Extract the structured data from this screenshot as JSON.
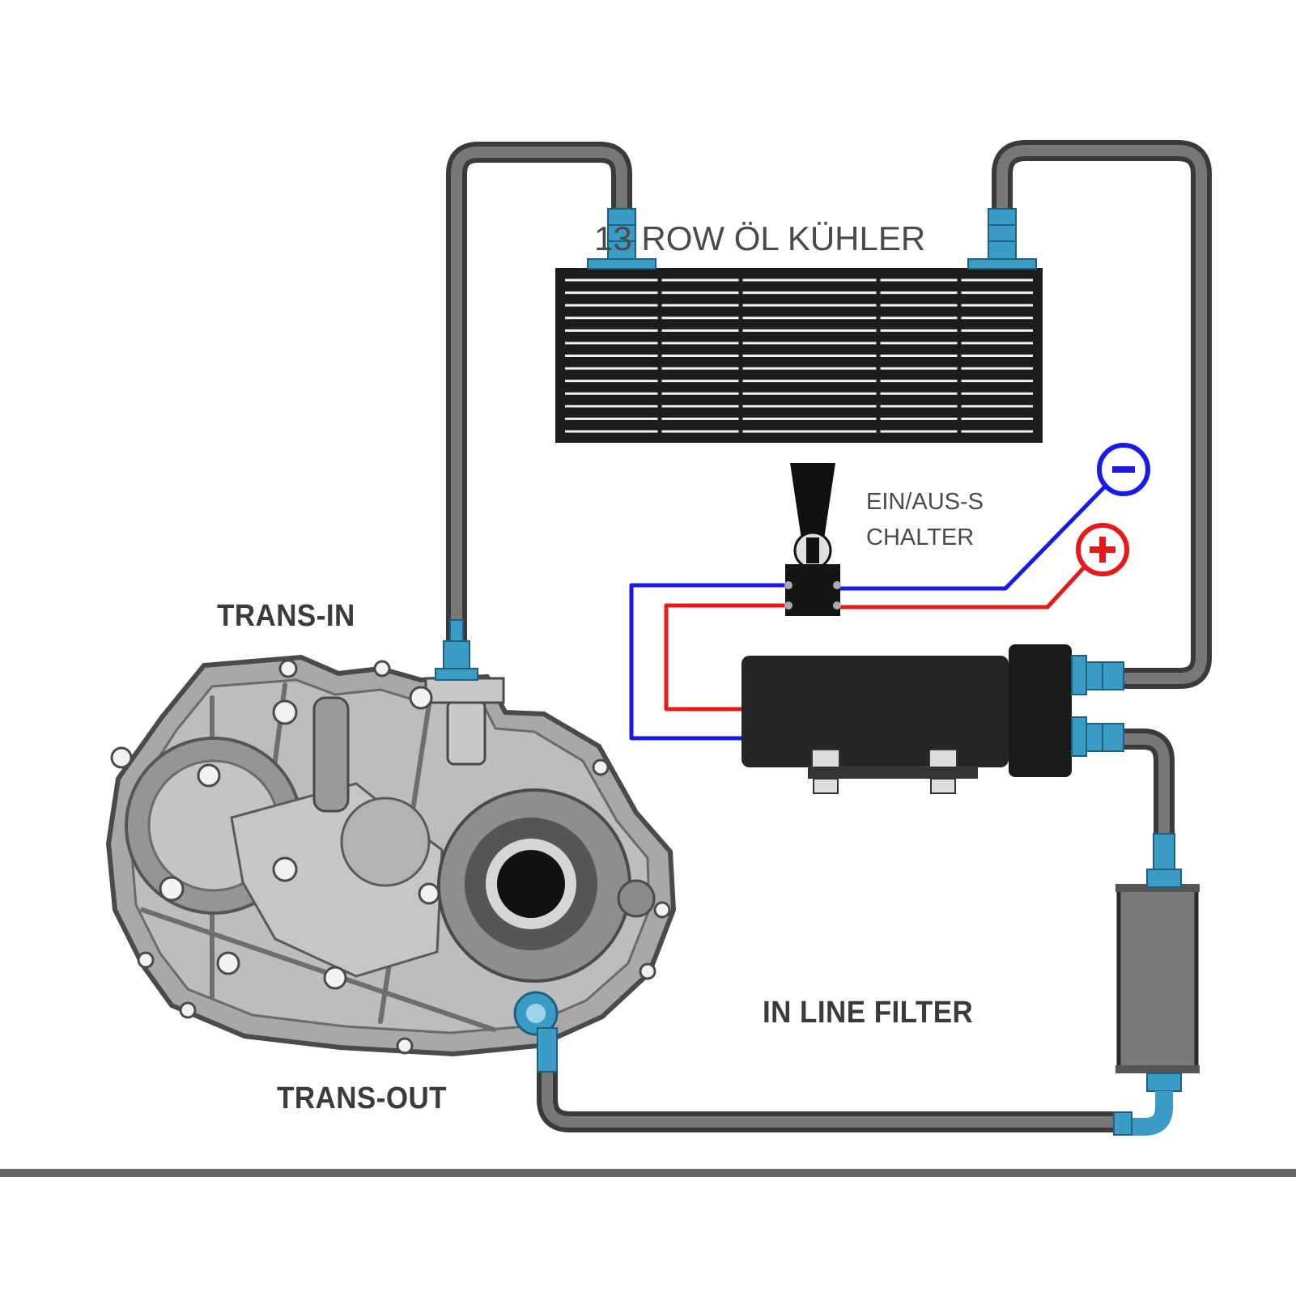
{
  "labels": {
    "cooler": "13 ROW ÖL KÜHLER",
    "switch_line1": "EIN/AUS-S",
    "switch_line2": "CHALTER",
    "trans_in": "TRANS-IN",
    "trans_out": "TRANS-OUT",
    "filter": "IN LINE FILTER"
  },
  "terminals": {
    "negative": "−",
    "positive": "+"
  },
  "colors": {
    "hose": "#4a4a4a",
    "fitting": "#3a9bc4",
    "wire_negative": "#1a1ae6",
    "wire_positive": "#e61a1a",
    "cooler_body": "#1c1c1c",
    "casing": "#a8a8a8",
    "filter_body": "#777777"
  },
  "icons": {
    "negative_terminal": "minus-circle-icon",
    "positive_terminal": "plus-circle-icon",
    "toggle_switch": "toggle-switch-icon"
  }
}
